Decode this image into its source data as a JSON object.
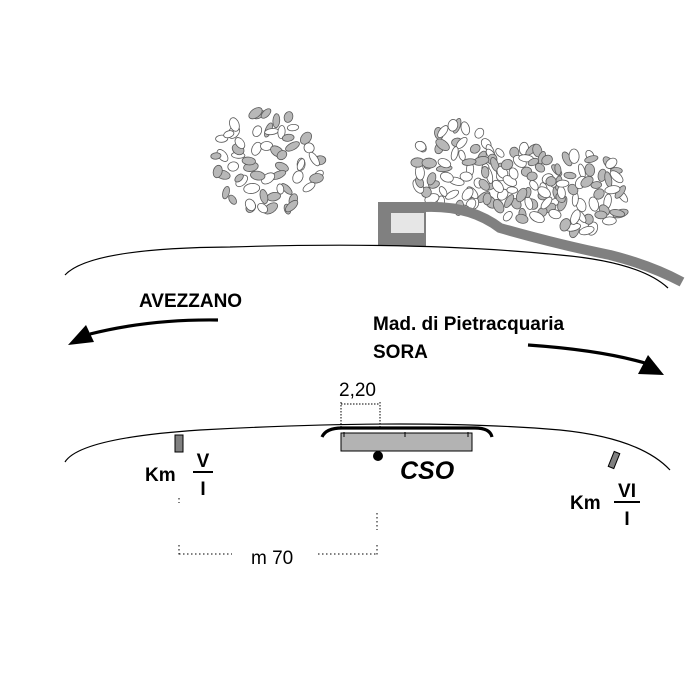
{
  "directions": {
    "west": "AVEZZANO",
    "east_line1": "Mad. di Pietracquaria",
    "east_line2": "SORA"
  },
  "kilometre_markers": {
    "left": {
      "prefix": "Km",
      "numerator": "V",
      "denominator": "I"
    },
    "right": {
      "prefix": "Km",
      "numerator": "VI",
      "denominator": "I"
    }
  },
  "station": {
    "label": "CSO",
    "width_label": "2,20"
  },
  "distance": {
    "label": "m 70"
  },
  "colors": {
    "ink": "#000000",
    "building_fill": "#808080",
    "building_inner": "#e6e6e6",
    "tree_fill": "#b8b8b8",
    "tree_stroke": "#5a5a5a"
  }
}
